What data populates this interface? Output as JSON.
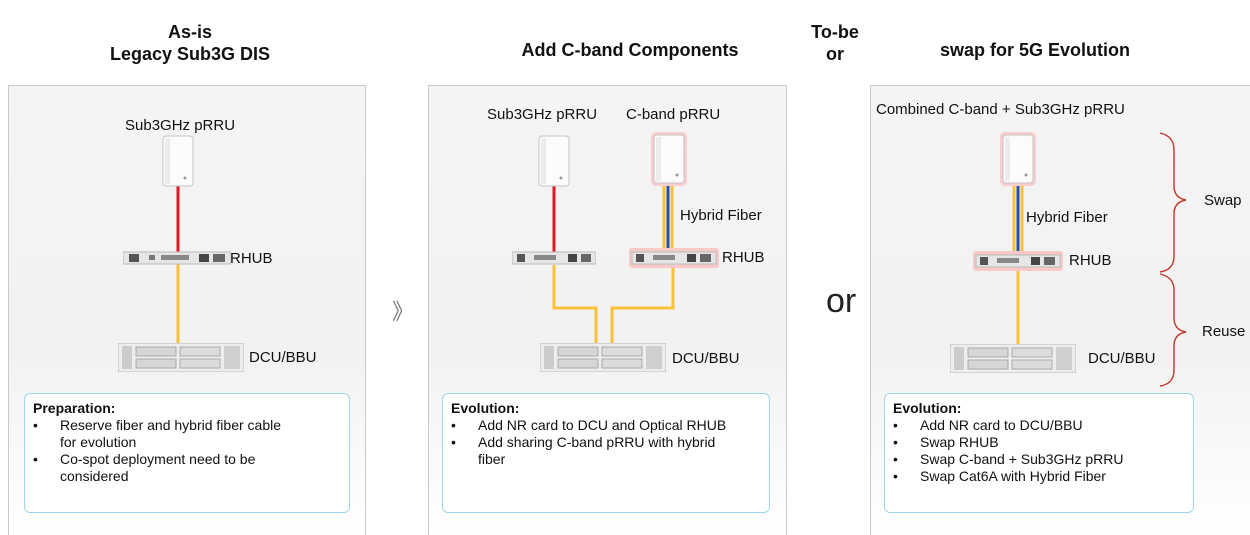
{
  "headers": {
    "as_is_line1": "As-is",
    "as_is_line2": "Legacy Sub3G DIS",
    "add_cband": "Add C-band Components",
    "to_be": "To-be",
    "or_small": "or",
    "swap_5g": "swap for 5G Evolution"
  },
  "separator": {
    "arrow": "》",
    "or_big": "or"
  },
  "panel1": {
    "pRRU_label": "Sub3GHz pRRU",
    "rhub_label": "RHUB",
    "dcu_label": "DCU/BBU",
    "note": {
      "title": "Preparation:",
      "items": [
        "Reserve fiber and hybrid fiber cable",
        "for evolution",
        "Co-spot deployment need to be",
        "considered"
      ]
    }
  },
  "panel2": {
    "sub3_label": "Sub3GHz pRRU",
    "cband_label": "C-band pRRU",
    "hybrid_label": "Hybrid Fiber",
    "rhub_label": "RHUB",
    "dcu_label": "DCU/BBU",
    "note": {
      "title": "Evolution:",
      "items": [
        "Add NR card to DCU and Optical RHUB",
        "Add sharing C-band pRRU with hybrid",
        "fiber"
      ]
    }
  },
  "panel3": {
    "combined_label": "Combined C-band + Sub3GHz pRRU",
    "hybrid_label": "Hybrid Fiber",
    "rhub_label": "RHUB",
    "dcu_label": "DCU/BBU",
    "swap_label": "Swap",
    "reuse_label": "Reuse",
    "note": {
      "title": "Evolution:",
      "items": [
        "Add NR card to DCU/BBU",
        "Swap RHUB",
        "Swap C-band + Sub3GHz pRRU",
        "Swap Cat6A with Hybrid Fiber"
      ]
    }
  },
  "colors": {
    "red_cable": "#e01b24",
    "yellow_cable": "#f9c03a",
    "blue_cable": "#2a4fa8",
    "highlight": "#f07070",
    "bracket": "#c0392b",
    "note_border": "#9fd4ea"
  }
}
